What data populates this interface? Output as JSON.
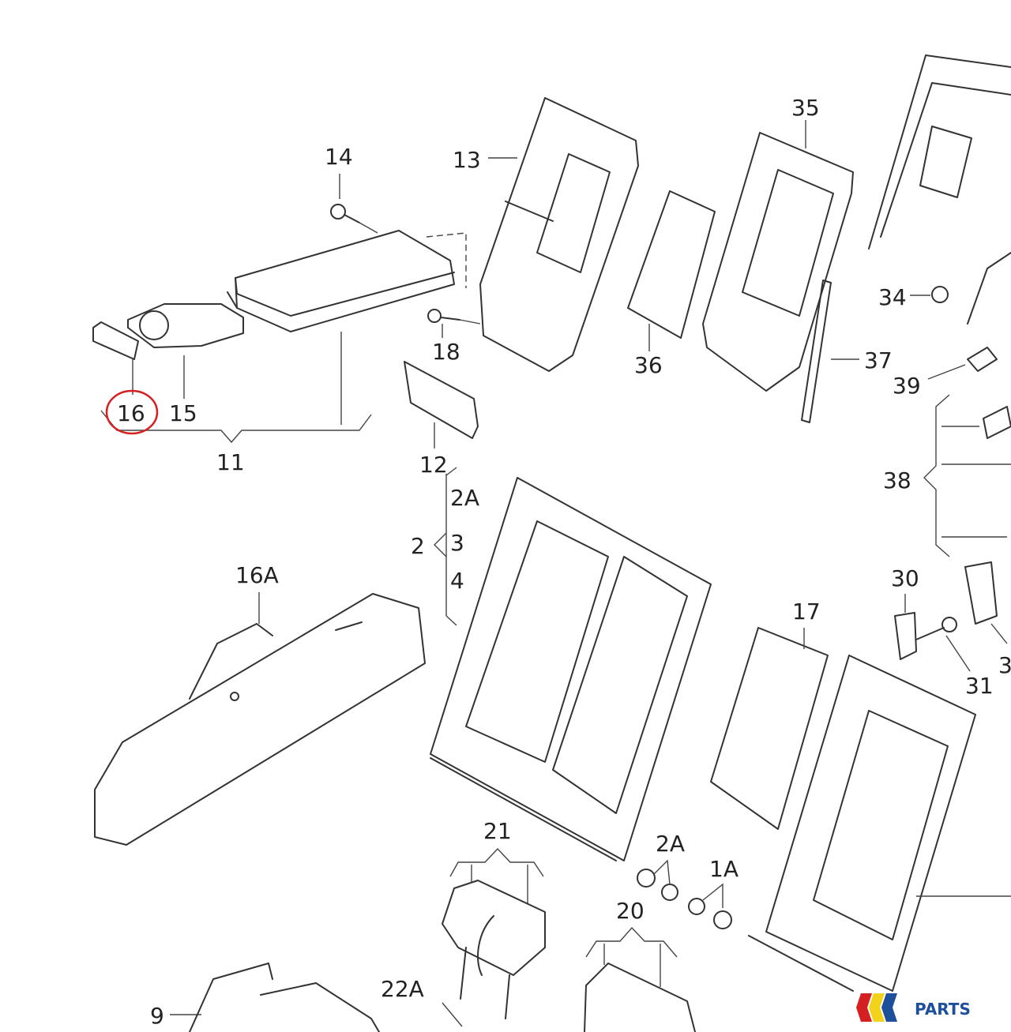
{
  "diagram": {
    "title": "Rear seat backrest and armrest exploded parts diagram",
    "highlight_color": "#d42020",
    "highlighted_part": "16",
    "labels": {
      "p14": "14",
      "p13": "13",
      "p35": "35",
      "p34": "34",
      "p37": "37",
      "p39": "39",
      "p36": "36",
      "p18": "18",
      "p16": "16",
      "p15": "15",
      "p11": "11",
      "p12": "12",
      "p38": "38",
      "p2A_top": "2A",
      "p2": "2",
      "p3": "3",
      "p4": "4",
      "p16A": "16A",
      "p30": "30",
      "p31": "31",
      "p17": "17",
      "p21": "21",
      "p2A_bot": "2A",
      "p1A": "1A",
      "p20": "20",
      "p22A": "22A",
      "p9": "9",
      "p3_edge": "3"
    }
  },
  "logo": {
    "text": "PARTS",
    "colors": [
      "#d42020",
      "#f2d21a",
      "#1e4f9a"
    ]
  }
}
